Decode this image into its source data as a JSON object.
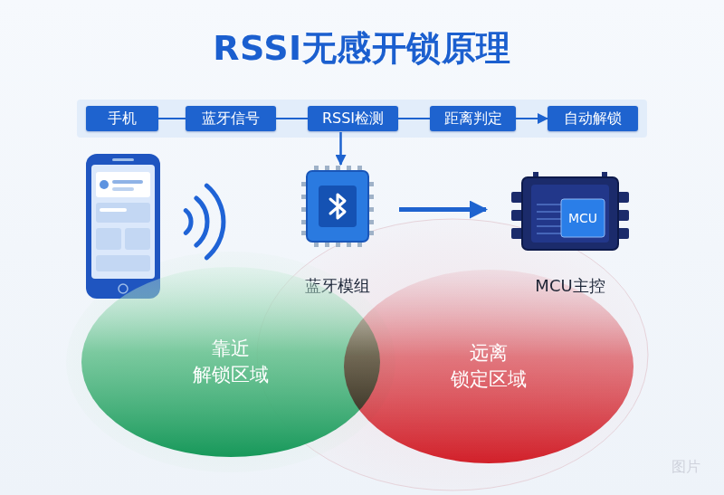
{
  "diagram": {
    "title": "RSSI无感开锁原理",
    "nodes": [
      {
        "text": [
          "手机"
        ]
      },
      {
        "text": [
          "蓝牙信号"
        ]
      },
      {
        "text": [
          "RSSI检测"
        ]
      },
      {
        "text": [
          "距离判定"
        ]
      },
      {
        "text": [
          "自动解锁"
        ]
      },
      {
        "text": [
          "蓝牙模组"
        ]
      },
      {
        "text": [
          "MCU",
          "MCU主控"
        ]
      },
      {
        "text": [
          "靠近 解锁区域"
        ]
      },
      {
        "text": [
          "远离 锁定区域"
        ]
      }
    ],
    "edges": [
      {
        "from": 0,
        "to": 1,
        "arrow": "none"
      },
      {
        "from": 1,
        "to": 2,
        "arrow": "none"
      },
      {
        "from": 2,
        "to": 3,
        "arrow": "none"
      },
      {
        "from": 3,
        "to": 4,
        "arrow": "to"
      },
      {
        "from": 2,
        "to": 5,
        "arrow": "to"
      },
      {
        "from": 5,
        "to": 6,
        "arrow": "to"
      }
    ],
    "labels": [
      "图片"
    ]
  }
}
